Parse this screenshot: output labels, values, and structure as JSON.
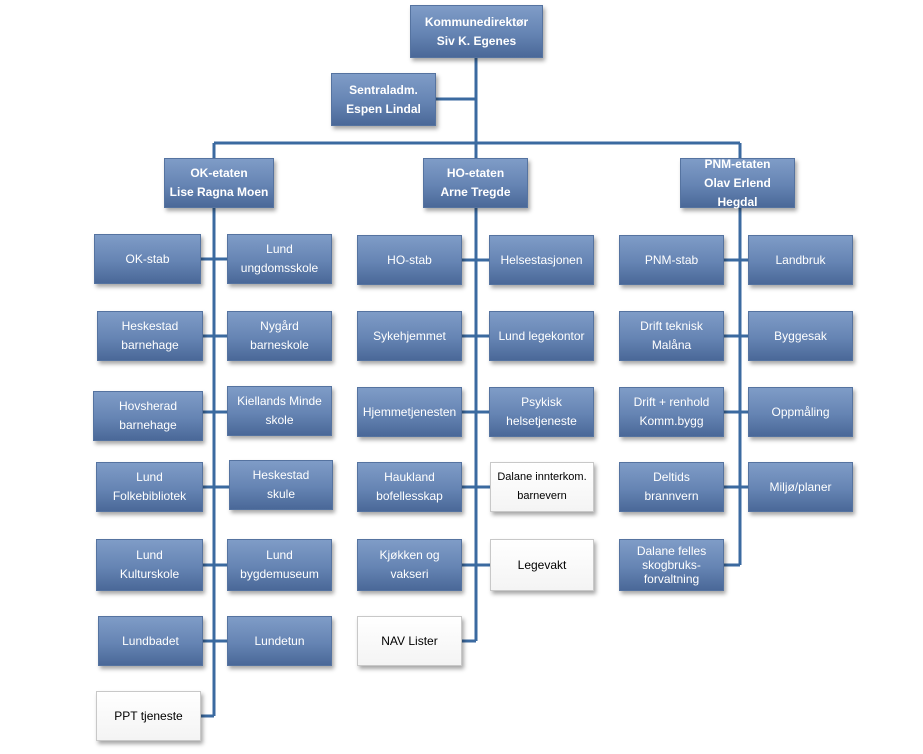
{
  "top": {
    "director": "Kommunedirektør\nSiv K. Egenes",
    "central_admin": "Sentraladm.\nEspen Lindal"
  },
  "departments": {
    "ok": "OK-etaten\nLise Ragna Moen",
    "ho": "HO-etaten\nArne Tregde",
    "pnm": "PNM-etaten\nOlav Erlend Hegdal"
  },
  "ok_units": {
    "stab": "OK-stab",
    "lund_ungdomsskole": "Lund\nungdomsskole",
    "heskestad_barnehage": "Heskestad\nbarnehage",
    "nygard_barneskole": "Nygård\nbarneskole",
    "hovsherad_barnehage": "Hovsherad\nbarnehage",
    "kiellands_minde": "Kiellands Minde\nskole",
    "lund_folkebibliotek": "Lund\nFolkebibliotek",
    "heskestad_skule": "Heskestad\nskule",
    "lund_kulturskole": "Lund\nKulturskole",
    "lund_bygdemuseum": "Lund bygdemuseum",
    "lundbadet": "Lundbadet",
    "lundetun": "Lundetun",
    "ppt": "PPT tjeneste"
  },
  "ho_units": {
    "stab": "HO-stab",
    "helsestasjonen": "Helsestasjonen",
    "sykehjemmet": "Sykehjemmet",
    "lund_legekontor": "Lund legekontor",
    "hjemmetjenesten": "Hjemmetjenesten",
    "psykisk": "Psykisk\nhelsetjeneste",
    "haukland": "Haukland\nbofellesskap",
    "dalane_barnevern": "Dalane innterkom.\nbarnevern",
    "kjokken": "Kjøkken og\nvakseri",
    "legevakt": "Legevakt",
    "nav": "NAV Lister"
  },
  "pnm_units": {
    "stab": "PNM-stab",
    "landbruk": "Landbruk",
    "drift_teknisk": "Drift teknisk\nMalåna",
    "byggesak": "Byggesak",
    "drift_renhold": "Drift + renhold\nKomm.bygg",
    "oppmaling": "Oppmåling",
    "deltids": "Deltids\nbrannvern",
    "miljo": "Miljø/planer",
    "skogbruk": "Dalane felles\nskogbruks-\nforvaltning"
  }
}
